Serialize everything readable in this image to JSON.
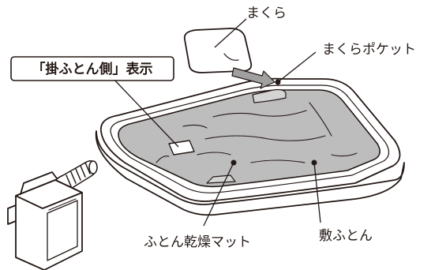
{
  "labels": {
    "pillow": "まくら",
    "pillow_pocket": "まくらポケット",
    "kakefuton_side": "「掛ふとん側」表示",
    "drying_mat": "ふとん乾燥マット",
    "shikifuton": "敷ふとん"
  },
  "colors": {
    "line": "#231815",
    "mat_fill": "#bdbdbd",
    "arrow_fill": "#a0a0a0",
    "paper": "#ffffff"
  }
}
